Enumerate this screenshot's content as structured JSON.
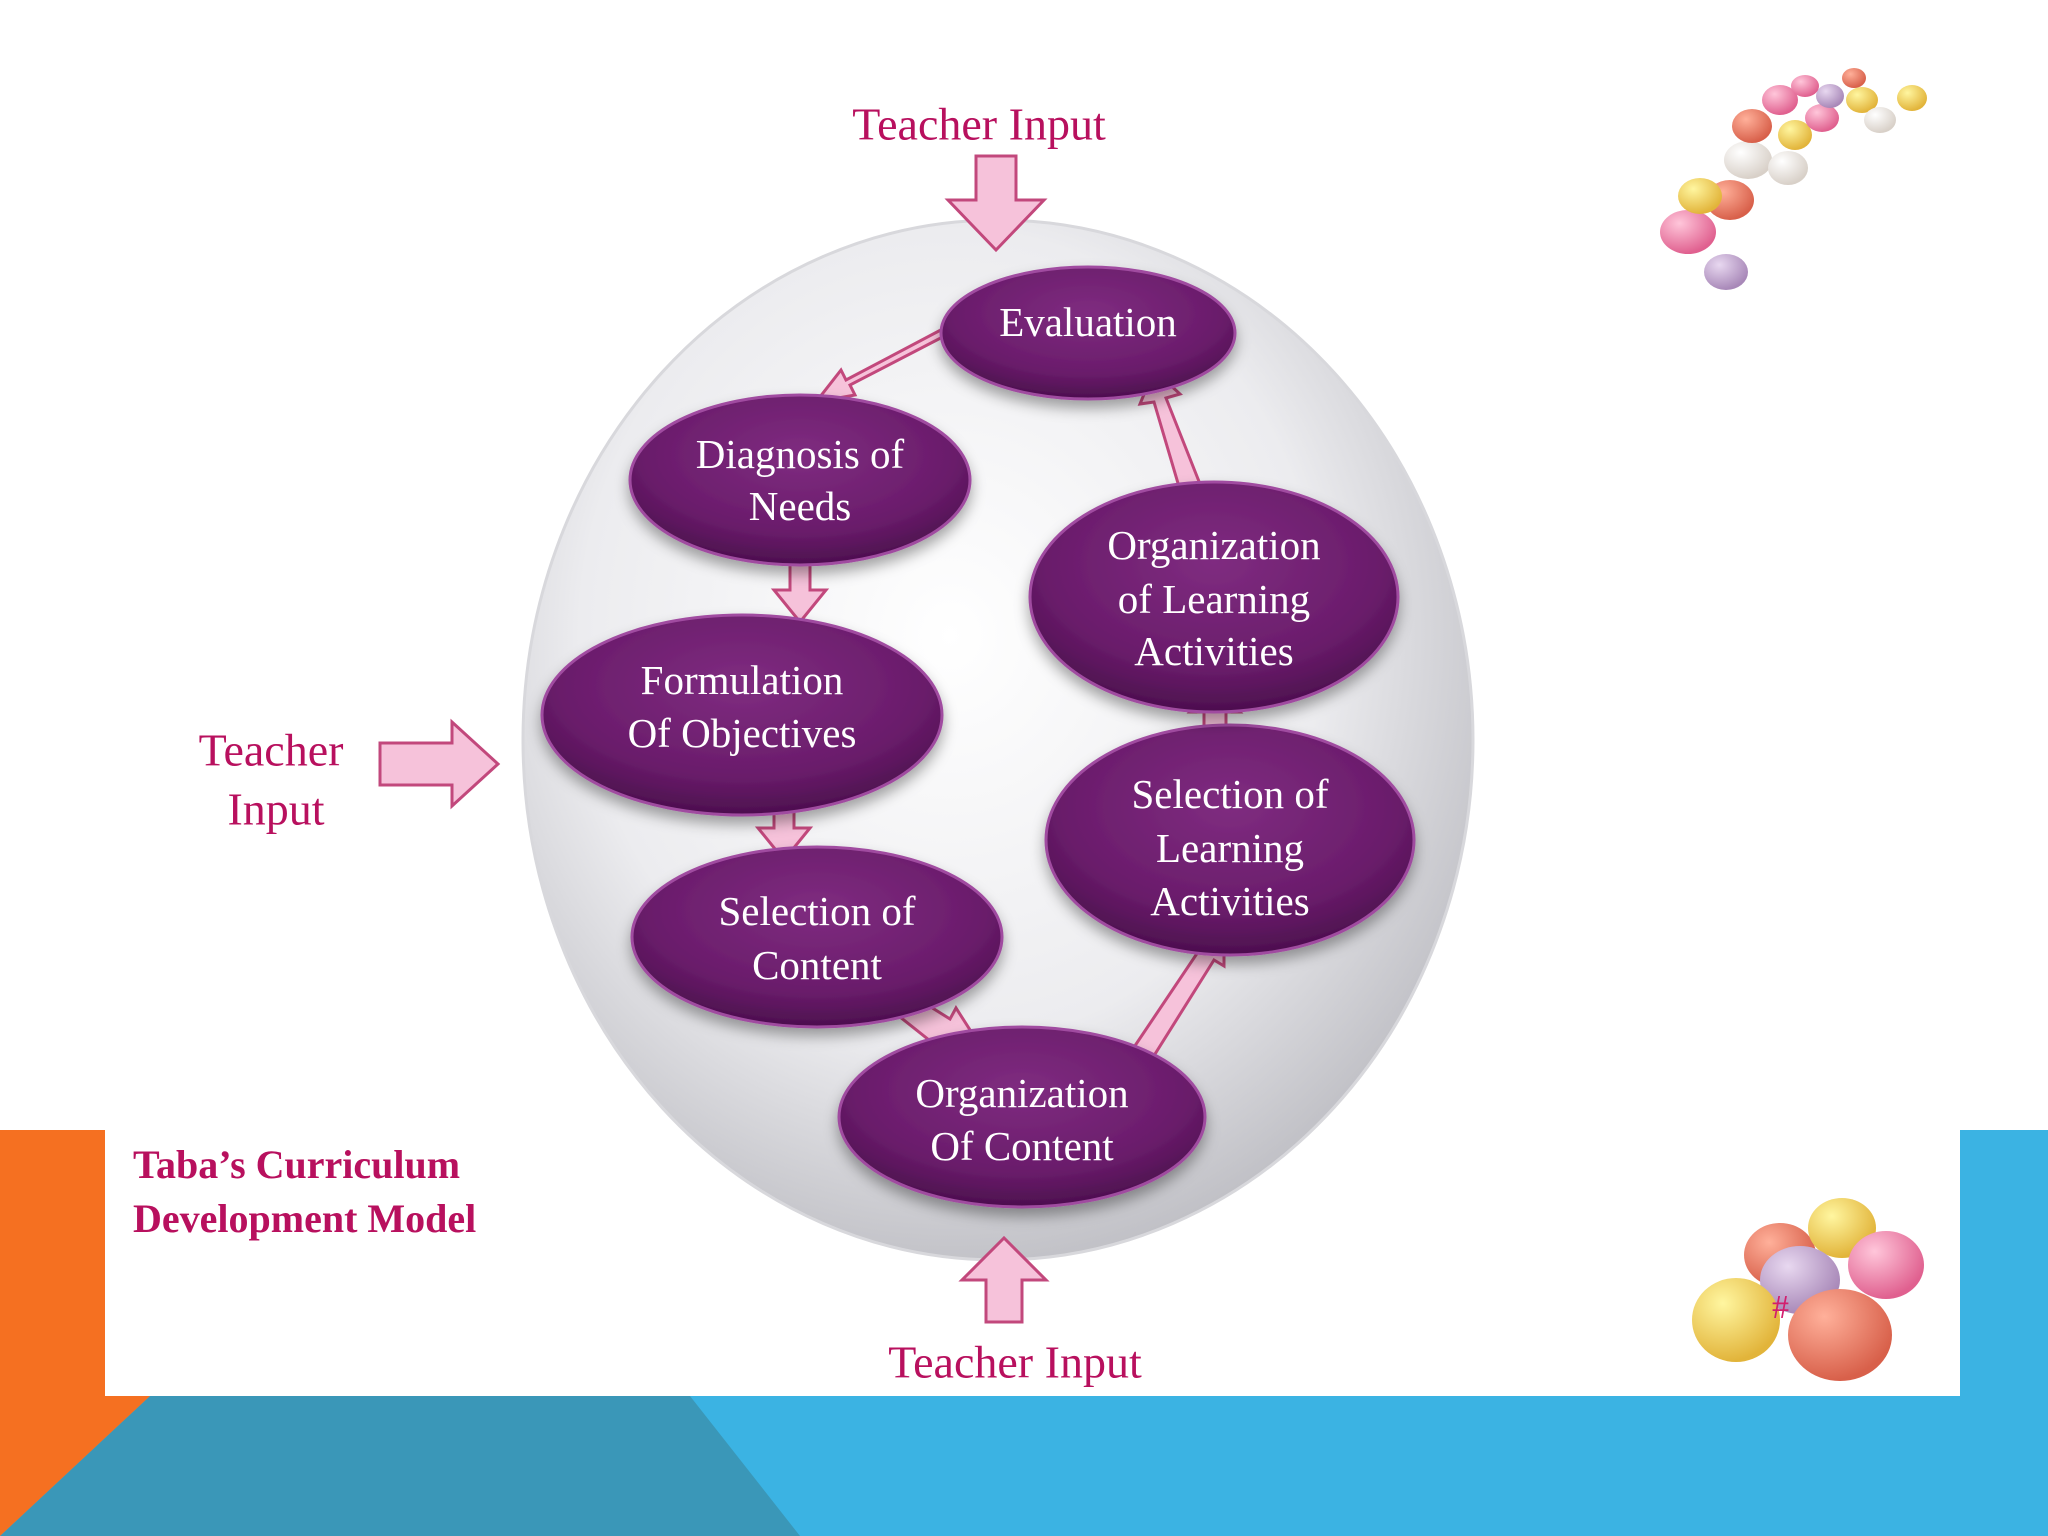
{
  "title": [
    "Taba’s Curriculum",
    "Development Model"
  ],
  "teacher_input": {
    "top": [
      "Teacher Input"
    ],
    "left": [
      "Teacher",
      "Input"
    ],
    "bottom": [
      "Teacher Input"
    ]
  },
  "nodes": [
    {
      "id": "evaluation",
      "lines": [
        "Evaluation"
      ]
    },
    {
      "id": "diagnosis",
      "lines": [
        "Diagnosis of",
        "Needs"
      ]
    },
    {
      "id": "formulation",
      "lines": [
        "Formulation",
        "Of Objectives"
      ]
    },
    {
      "id": "selection-content",
      "lines": [
        "Selection of",
        "Content"
      ]
    },
    {
      "id": "organization-content",
      "lines": [
        "Organization",
        "Of Content"
      ]
    },
    {
      "id": "selection-activities",
      "lines": [
        "Selection of",
        "Learning",
        "Activities"
      ]
    },
    {
      "id": "organization-activities",
      "lines": [
        "Organization",
        "of Learning",
        "Activities"
      ]
    }
  ],
  "slide_number": "#",
  "colors": {
    "node_fill": "#6d1f6e",
    "arrow_fill": "#f6c2da",
    "arrow_stroke": "#c2487c",
    "text_accent": "#b8105e",
    "band_orange": "#f57021",
    "band_blue": "#3bb3e3",
    "band_teal": "#3a97b8"
  }
}
